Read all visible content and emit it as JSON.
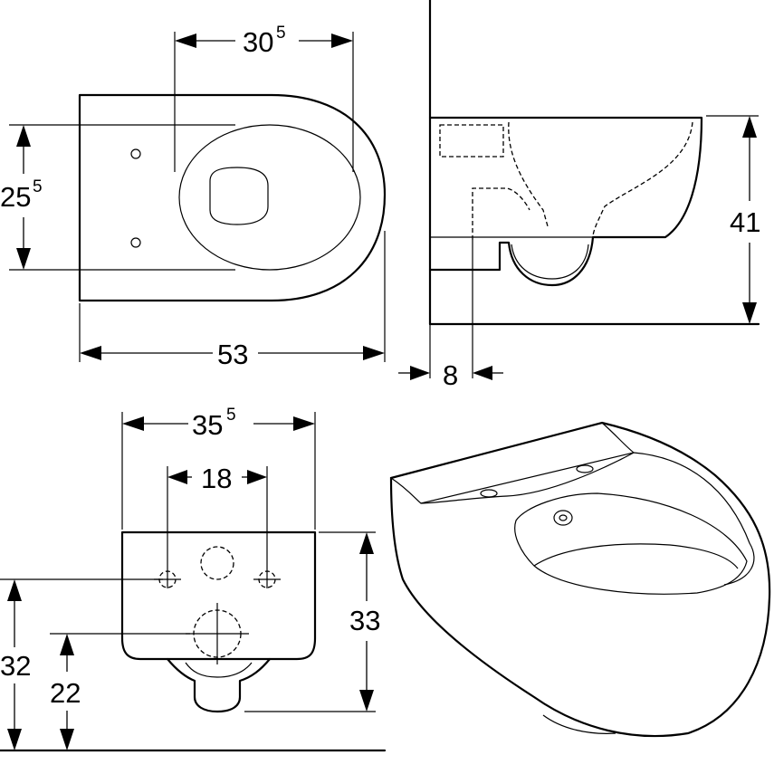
{
  "views": {
    "top": {
      "width_label": {
        "main": "30",
        "sup": "5"
      },
      "height_label": {
        "main": "25",
        "sup": "5"
      },
      "length_label": {
        "main": "53"
      }
    },
    "side": {
      "height_label": {
        "main": "41"
      },
      "offset_label": {
        "main": "8"
      }
    },
    "rear": {
      "outer_width_label": {
        "main": "35",
        "sup": "5"
      },
      "inner_width_label": {
        "main": "18"
      },
      "bowl_height_label": {
        "main": "33"
      },
      "total_height_label": {
        "main": "32"
      },
      "drain_height_label": {
        "main": "22"
      }
    }
  }
}
